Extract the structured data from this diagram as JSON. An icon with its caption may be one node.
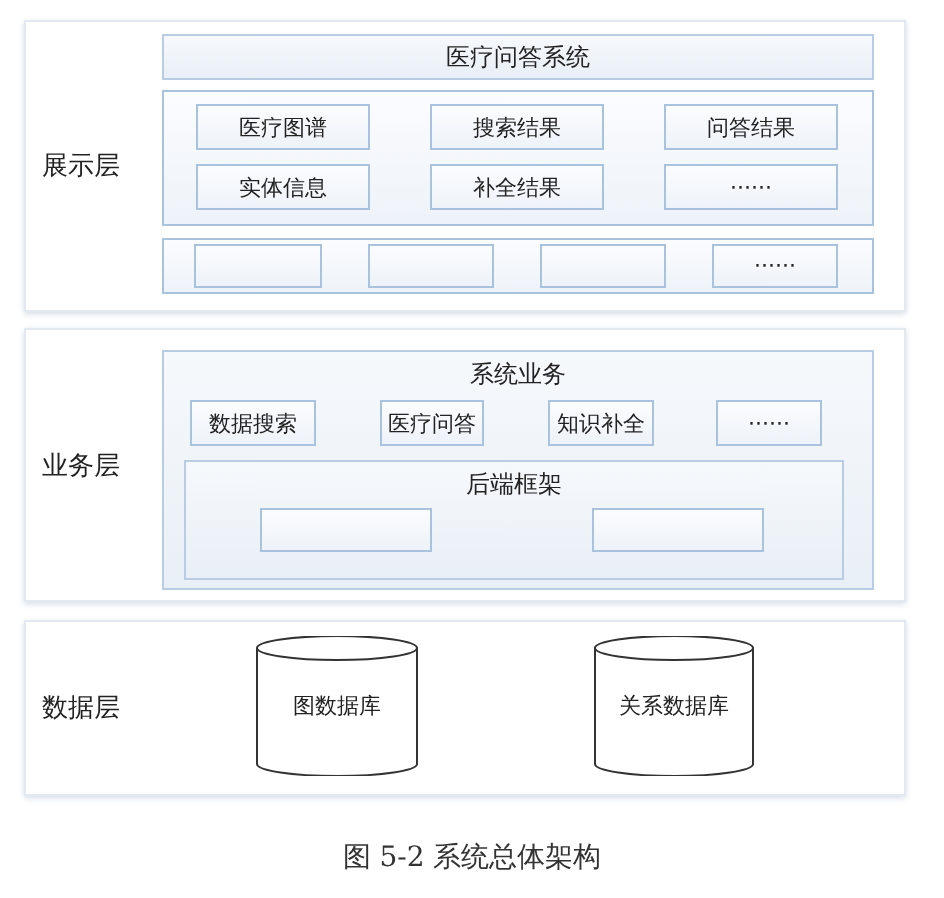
{
  "diagram": {
    "caption": "图 5-2 系统总体架构",
    "nodes": [
      {
        "text": [
          "展示层"
        ]
      },
      {
        "text": [
          "医疗问答系统"
        ],
        "in": 0
      },
      {
        "text": [],
        "shape": "box",
        "in": 0
      },
      {
        "text": [
          "医疗图谱"
        ],
        "in": 2
      },
      {
        "text": [
          "搜索结果"
        ],
        "in": 2
      },
      {
        "text": [
          "问答结果"
        ],
        "in": 2
      },
      {
        "text": [
          "实体信息"
        ],
        "in": 2
      },
      {
        "text": [
          "补全结果"
        ],
        "in": 2
      },
      {
        "text": [
          "······"
        ],
        "in": 2
      },
      {
        "text": [],
        "shape": "box",
        "in": 0
      },
      {
        "text": [],
        "shape": "box",
        "in": 9
      },
      {
        "text": [],
        "shape": "box",
        "in": 9
      },
      {
        "text": [],
        "shape": "box",
        "in": 9
      },
      {
        "text": [
          "······"
        ],
        "in": 9
      },
      {
        "text": [
          "业务层"
        ]
      },
      {
        "text": [
          "系统业务"
        ],
        "in": 14
      },
      {
        "text": [
          "数据搜索"
        ],
        "in": 15
      },
      {
        "text": [
          "医疗问答"
        ],
        "in": 15
      },
      {
        "text": [
          "知识补全"
        ],
        "in": 15
      },
      {
        "text": [
          "······"
        ],
        "in": 15
      },
      {
        "text": [
          "后端框架"
        ],
        "in": 15
      },
      {
        "text": [],
        "shape": "box",
        "in": 20
      },
      {
        "text": [],
        "shape": "box",
        "in": 20
      },
      {
        "text": [
          "数据层"
        ]
      },
      {
        "text": [
          "图数据库"
        ],
        "in": 23
      },
      {
        "text": [
          "关系数据库"
        ],
        "in": 23
      }
    ]
  }
}
